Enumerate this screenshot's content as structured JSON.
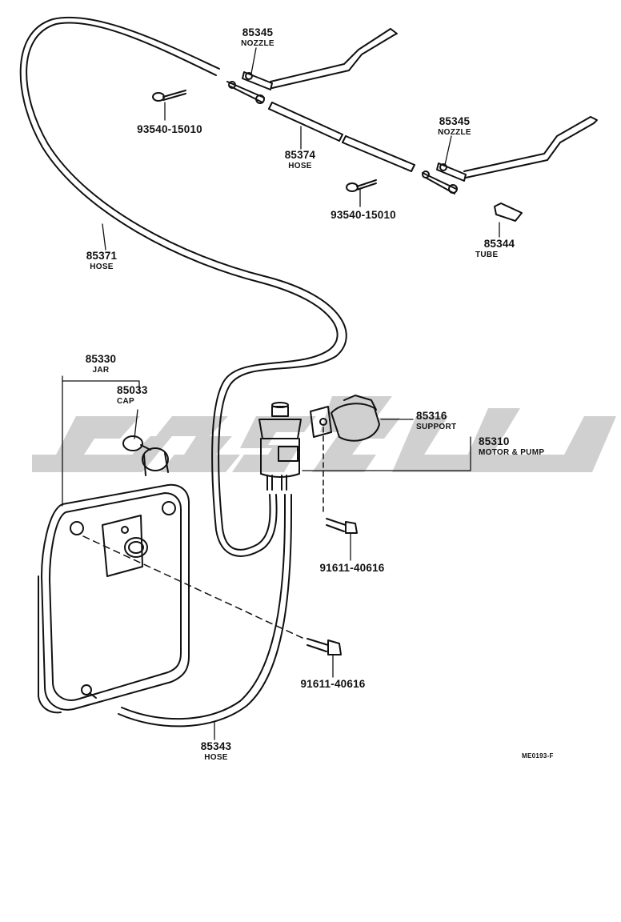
{
  "parts": {
    "nozzle_upper": {
      "number": "85345",
      "name": "NOZZLE"
    },
    "nozzle_lower": {
      "number": "85345",
      "name": "NOZZLE"
    },
    "screw_upper": {
      "number": "93540-15010"
    },
    "screw_lower": {
      "number": "93540-15010"
    },
    "hose_short": {
      "number": "85374",
      "name": "HOSE"
    },
    "tube": {
      "number": "85344",
      "name": "TUBE"
    },
    "hose_long": {
      "number": "85371",
      "name": "HOSE"
    },
    "jar": {
      "number": "85330",
      "name": "JAR"
    },
    "cap": {
      "number": "85033",
      "name": "CAP"
    },
    "support": {
      "number": "85316",
      "name": "SUPPORT"
    },
    "motor_pump": {
      "number": "85310",
      "name": "MOTOR & PUMP"
    },
    "bolt_pump": {
      "number": "91611-40616"
    },
    "bolt_jar": {
      "number": "91611-40616"
    },
    "hose_bottom": {
      "number": "85343",
      "name": "HOSE"
    }
  },
  "drawing_code": "ME0193-F",
  "colors": {
    "line": "#111111",
    "watermark": "#c8c8c8"
  }
}
